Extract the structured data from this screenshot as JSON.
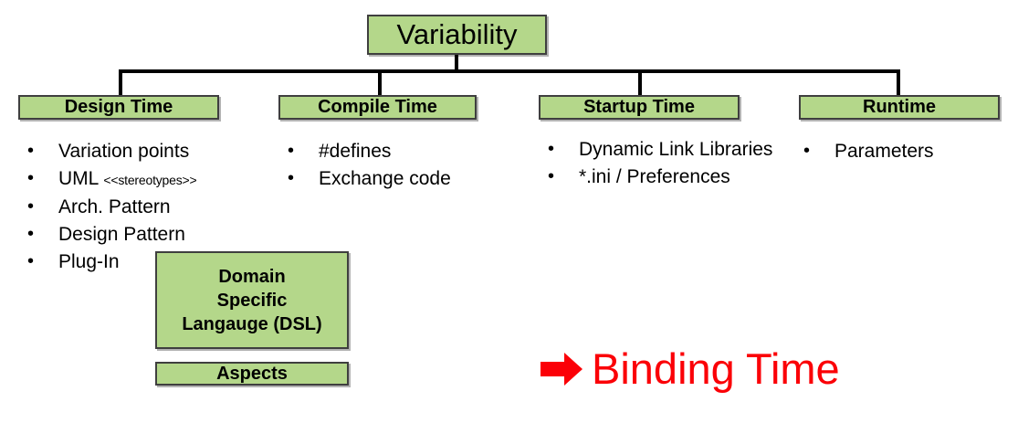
{
  "diagram": {
    "root": {
      "label": "Variability"
    },
    "levels": [
      {
        "label": "Design Time"
      },
      {
        "label": "Compile Time"
      },
      {
        "label": "Startup Time"
      },
      {
        "label": "Runtime"
      }
    ],
    "columns": [
      {
        "name": "design-time",
        "items": [
          {
            "text": "Variation points"
          },
          {
            "text": "UML ",
            "suffix": "<<stereotypes>>"
          },
          {
            "text": "Arch. Pattern"
          },
          {
            "text": "Design Pattern"
          },
          {
            "text": "Plug-In"
          }
        ]
      },
      {
        "name": "compile-time",
        "items": [
          {
            "text": "#defines"
          },
          {
            "text": "Exchange code"
          }
        ]
      },
      {
        "name": "startup-time",
        "items": [
          {
            "text": "Dynamic Link Libraries"
          },
          {
            "text": "*.ini / Preferences"
          }
        ]
      },
      {
        "name": "runtime",
        "items": [
          {
            "text": "Parameters"
          }
        ]
      }
    ],
    "extra_boxes": {
      "dsl": {
        "line1": "Domain",
        "line2": "Specific",
        "line3": "Langauge (DSL)"
      },
      "aspects": {
        "label": "Aspects"
      }
    },
    "callout": {
      "icon": "right-arrow-icon",
      "label": "Binding Time"
    },
    "bullet_glyph": "•",
    "colors": {
      "box_fill": "#b4d78a",
      "box_border": "#3f3f3f",
      "callout_red": "#fb0007",
      "text": "#000000",
      "background": "#ffffff"
    }
  }
}
